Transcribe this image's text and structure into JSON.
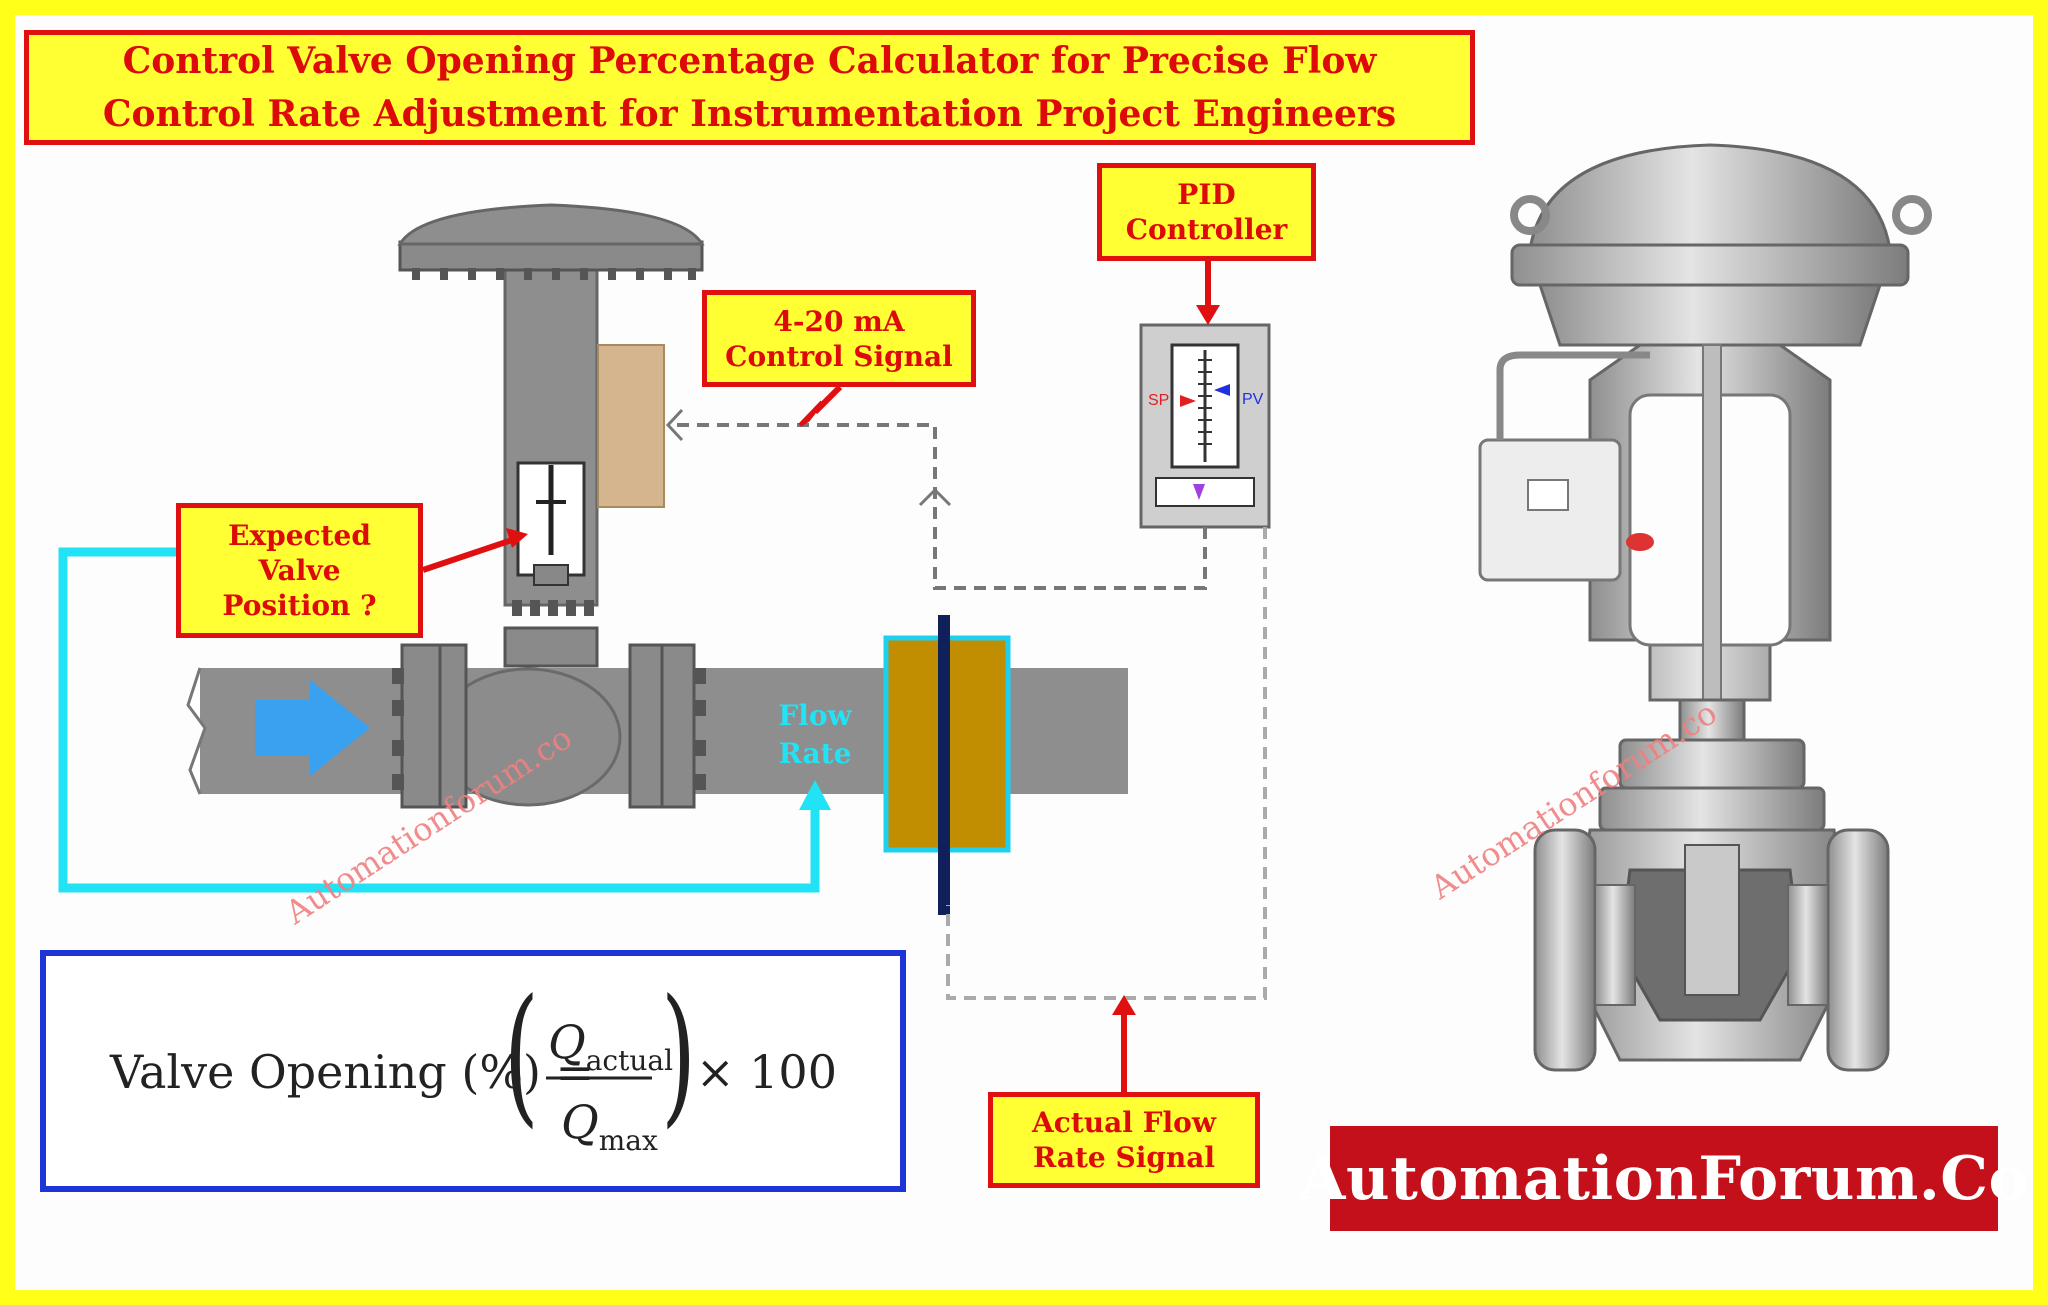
{
  "title": {
    "line1": "Control Valve Opening Percentage Calculator for Precise Flow",
    "line2": "Control Rate Adjustment for Instrumentation Project Engineers"
  },
  "callouts": {
    "pid": {
      "line1": "PID",
      "line2": "Controller"
    },
    "control_signal": {
      "line1": "4-20 mA",
      "line2": "Control Signal"
    },
    "expected_valve": {
      "line1": "Expected",
      "line2": "Valve",
      "line3": "Position ?"
    },
    "actual_flow": {
      "line1": "Actual Flow",
      "line2": "Rate Signal"
    }
  },
  "diagram": {
    "flow_label": {
      "line1": "Flow",
      "line2": "Rate"
    },
    "sp_label": "SP",
    "pv_label": "PV"
  },
  "formula": {
    "lhs": "Valve Opening (%) =",
    "numerator_symbol": "Q",
    "numerator_sub": "actual",
    "denominator_symbol": "Q",
    "denominator_sub": "max",
    "multiplier": "× 100"
  },
  "watermark": "Automationforum.co",
  "brand": "AutomationForum.Co",
  "colors": {
    "border": "#ffff1a",
    "callout_fill": "#ffff33",
    "callout_red": "#e01010",
    "formula_border": "#1d35d6",
    "brand_red": "#c4101a",
    "feedback_line": "#22e3f5",
    "flowmeter": "#c08e00"
  }
}
